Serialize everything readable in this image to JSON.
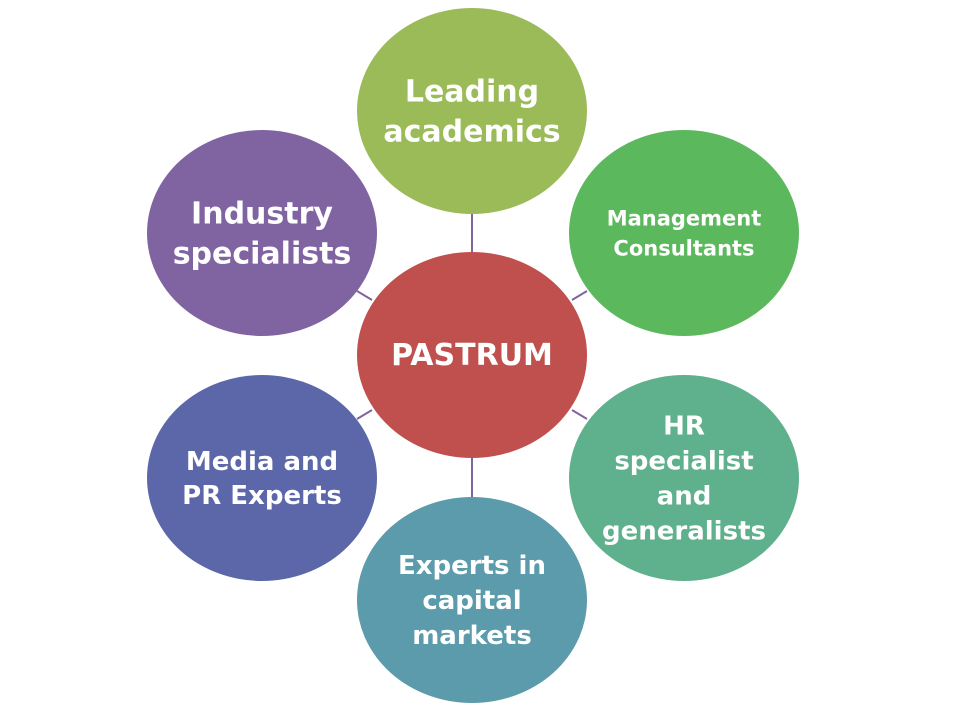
{
  "center": {
    "label": "PASTRUM",
    "color": "#c0504d"
  },
  "nodes": [
    {
      "id": "top",
      "lines": [
        "Leading",
        "academics"
      ],
      "color": "#9bbb59"
    },
    {
      "id": "upper-right",
      "lines": [
        "Management",
        "Consultants"
      ],
      "color": "#5cb85c"
    },
    {
      "id": "lower-right",
      "lines": [
        "HR",
        "specialist",
        "and",
        "generalists"
      ],
      "color": "#5fb08c"
    },
    {
      "id": "bottom",
      "lines": [
        "Experts in",
        "capital",
        "markets"
      ],
      "color": "#5b9bab"
    },
    {
      "id": "lower-left",
      "lines": [
        "Media and",
        "PR Experts"
      ],
      "color": "#5b67a8"
    },
    {
      "id": "upper-left",
      "lines": [
        "Industry",
        "specialists"
      ],
      "color": "#8064a2"
    }
  ],
  "connector_color": "#8064a2"
}
